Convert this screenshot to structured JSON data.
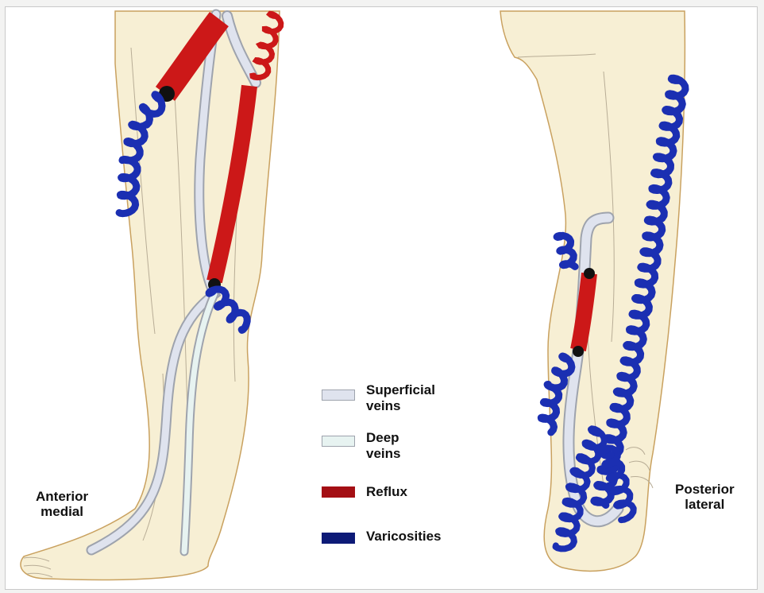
{
  "colors": {
    "skin": "#f7efd4",
    "skin_outline": "#c9a15f",
    "superficial_vein": "#dfe3ee",
    "deep_vein": "#e7f3f1",
    "vein_outline": "#9ea3ad",
    "reflux": "#cc1818",
    "varicosity": "#1b2fb2",
    "legend_reflux": "#a40f14",
    "legend_varicosities": "#0d1a77"
  },
  "legend": [
    {
      "key": "superficial",
      "label": "Superficial\nveins",
      "color": "#dfe3ee"
    },
    {
      "key": "deep",
      "label": "Deep\nveins",
      "color": "#e7f3f1"
    },
    {
      "key": "reflux",
      "label": "Reflux",
      "color": "#a40f14"
    },
    {
      "key": "varicosities",
      "label": "Varicosities",
      "color": "#0d1a77"
    }
  ],
  "views": {
    "anterior": "Anterior\nmedial",
    "posterior": "Posterior\nlateral"
  }
}
